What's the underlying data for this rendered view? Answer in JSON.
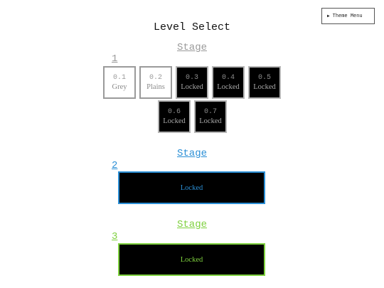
{
  "theme_menu": {
    "label": "Theme Menu",
    "arrow": "▶"
  },
  "title": "Level Select",
  "stages": [
    {
      "heading": "Stage",
      "number": "1",
      "color": "#9a9a9a",
      "levels": [
        {
          "code": "0.1",
          "name": "Grey",
          "locked": false
        },
        {
          "code": "0.2",
          "name": "Plains",
          "locked": false
        },
        {
          "code": "0.3",
          "name": "Locked",
          "locked": true
        },
        {
          "code": "0.4",
          "name": "Locked",
          "locked": true
        },
        {
          "code": "0.5",
          "name": "Locked",
          "locked": true
        },
        {
          "code": "0.6",
          "name": "Locked",
          "locked": true
        },
        {
          "code": "0.7",
          "name": "Locked",
          "locked": true
        }
      ]
    },
    {
      "heading": "Stage",
      "number": "2",
      "color": "#2b8fd6",
      "status": "Locked"
    },
    {
      "heading": "Stage",
      "number": "3",
      "color": "#7fd13f",
      "status": "Locked"
    }
  ]
}
